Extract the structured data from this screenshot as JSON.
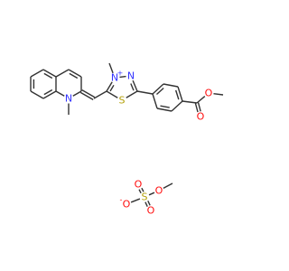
{
  "structure": {
    "atoms": {
      "N1": "N",
      "N_thiadiazolium": "N",
      "N_thiadiazole": "N",
      "S_ring": "S",
      "O_ester_carbonyl": "O",
      "O_ester_ether": "O",
      "S_sulfate": "S",
      "O_sulfate_anion": "O",
      "O_sulfate_up": "O",
      "O_sulfate_down": "O",
      "O_sulfate_methoxy": "O"
    },
    "charges": {
      "N_thiadiazolium": "+",
      "O_sulfate_anion": "-"
    }
  },
  "colors": {
    "bond": "#333333",
    "nitrogen": "#3333ff",
    "sulfur": "#b4a00a",
    "oxygen": "#ff0d0d",
    "background": "#ffffff"
  }
}
